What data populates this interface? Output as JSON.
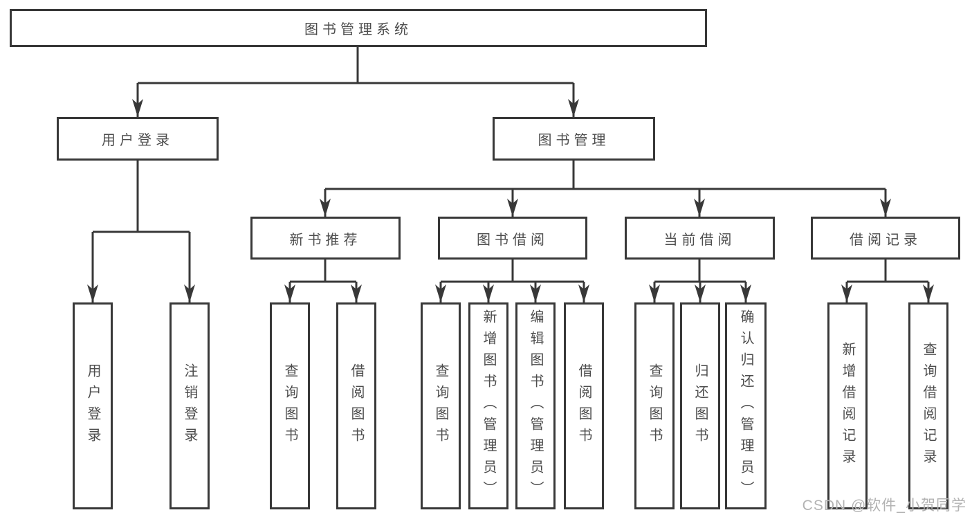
{
  "page": {
    "watermark": "CSDN @软件_小贺同学"
  },
  "colors": {
    "line": "#383838",
    "node_border": "#383838",
    "node_text": "#4d4d4d",
    "node_background": "#ffffff",
    "watermark_text": "#b3b3b3",
    "page_background": "#ffffff"
  },
  "tree": {
    "root": {
      "label": "图书管理系统"
    },
    "branches": [
      {
        "label": "用户登录",
        "children": [
          {
            "label": "用户登录"
          },
          {
            "label": "注销登录"
          }
        ]
      },
      {
        "label": "图书管理",
        "children": [
          {
            "label": "新书推荐",
            "children": [
              {
                "label": "查询图书"
              },
              {
                "label": "借阅图书"
              }
            ]
          },
          {
            "label": "图书借阅",
            "children": [
              {
                "label": "查询图书"
              },
              {
                "label": "新增图书（管理员）"
              },
              {
                "label": "编辑图书（管理员）"
              },
              {
                "label": "借阅图书"
              }
            ]
          },
          {
            "label": "当前借阅",
            "children": [
              {
                "label": "查询图书"
              },
              {
                "label": "归还图书"
              },
              {
                "label": "确认归还（管理员）"
              }
            ]
          },
          {
            "label": "借阅记录",
            "children": [
              {
                "label": "新增借阅记录"
              },
              {
                "label": "查询借阅记录"
              }
            ]
          }
        ]
      }
    ]
  }
}
